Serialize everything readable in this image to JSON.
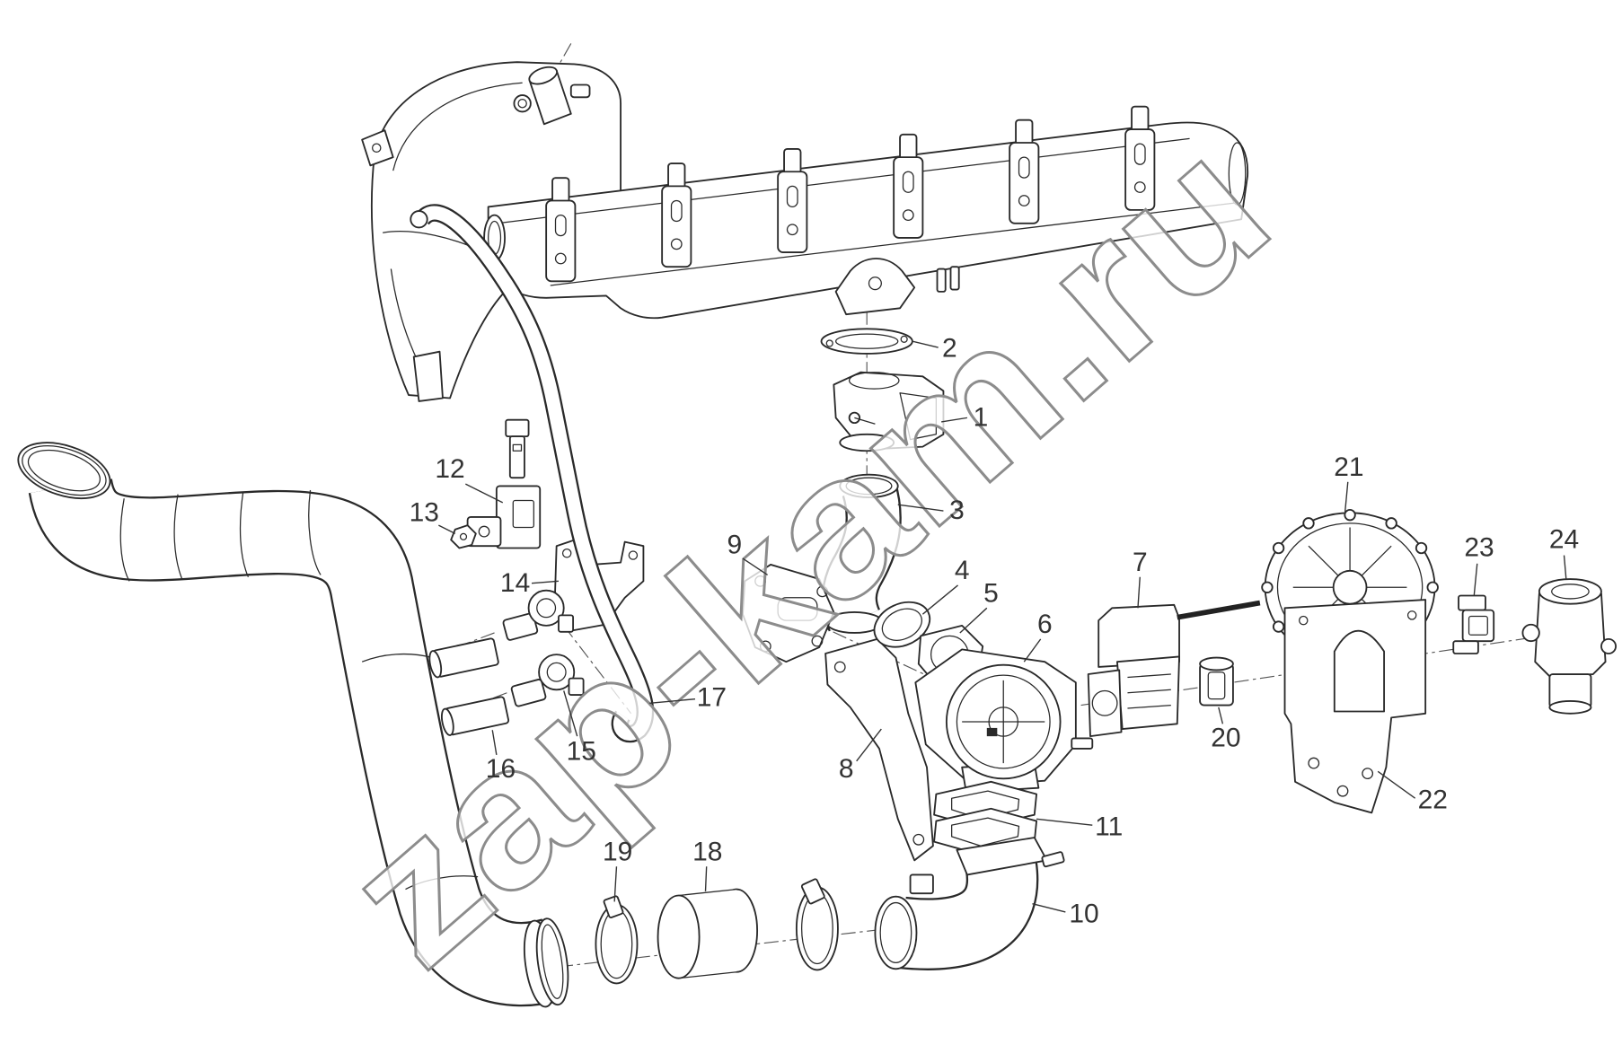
{
  "callouts": [
    "1",
    "2",
    "3",
    "4",
    "5",
    "6",
    "7",
    "8",
    "9",
    "10",
    "11",
    "12",
    "13",
    "14",
    "15",
    "16",
    "17",
    "18",
    "19",
    "20",
    "21",
    "22",
    "23",
    "24"
  ],
  "watermark": "zap-kam.ru"
}
